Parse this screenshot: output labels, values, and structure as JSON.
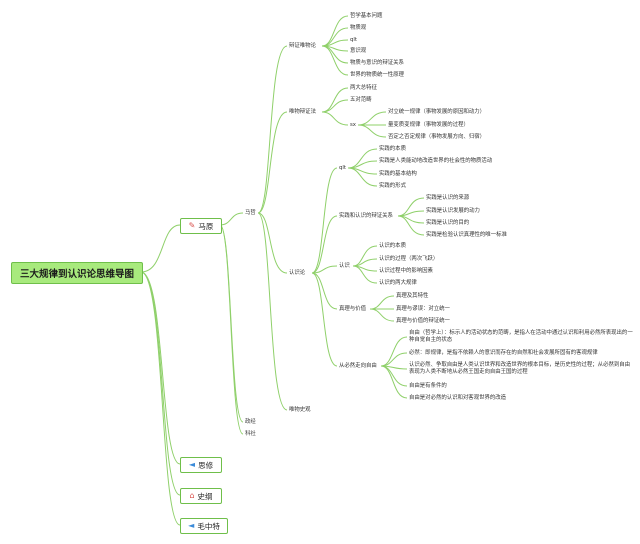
{
  "root": "三大规律到认识论思维导图",
  "l1": {
    "mayuan": {
      "label": "马原",
      "icon": "pen-icon",
      "icon_color": "#d9534f"
    },
    "sixiu": {
      "label": "思修",
      "icon": "send-icon",
      "icon_color": "#3b8bd9"
    },
    "shigang": {
      "label": "史纲",
      "icon": "home-icon",
      "icon_color": "#d9534f"
    },
    "maozhongte": {
      "label": "毛中特",
      "icon": "send-icon",
      "icon_color": "#3b8bd9"
    }
  },
  "l2": {
    "zhexue": "马哲",
    "jingji": "政经",
    "shehui": "科社"
  },
  "l3": {
    "bianzheng": "辩证唯物论",
    "wuzhi": "唯物辩证法",
    "renshilun": "认识论",
    "lishi": "唯物史观"
  },
  "bianzheng_items": [
    "哲学基本问题",
    "物质观",
    "qlt",
    "意识观",
    "物质与意识的辩证关系",
    "世界的物质统一性原理"
  ],
  "wuzhi_items": [
    "两大总特征",
    "五对范畴",
    "sx"
  ],
  "sx_items": [
    "对立统一规律（事物发展的原因和动力）",
    "量变质变规律（事物发展的过程）",
    "否定之否定规律（事物发展方向、归宿）"
  ],
  "renshi_groups": [
    "qlt",
    "实践和认识的辩证关系",
    "认识",
    "真理与价值",
    "从必然走向自由"
  ],
  "qlt_items": [
    "实践的本质",
    "实践是人类能动地改造世界的社会性的物质活动",
    "实践的基本结构",
    "实践的形式"
  ],
  "shijian_items": [
    "实践是认识的来源",
    "实践是认识发展的动力",
    "实践是认识的目的",
    "实践是检验认识真理性的唯一标准"
  ],
  "renshi_items": [
    "认识的本质",
    "认识的过程（两次飞跃）",
    "认识过程中的影响因素",
    "认识的两大规律"
  ],
  "zhenli_items": [
    "真理及其特性",
    "真理与谬误：对立统一",
    "真理与价值的辩证统一"
  ],
  "ziyou_items": [
    "自由（哲学上）：标示人的活动状态的范畴，是指人在活动中通过认识和利用必然所表现出的一种自觉自主的状态",
    "必然：即规律，是指不依赖人的意识而存在的自然和社会发展所固有的客观规律",
    "认识必然、争取自由是人类认识世界和改造世界的根本目标，是历史性的过程；从必然到自由表现为人类不断地从必然王国走向自由王国的过程",
    "自由是有条件的",
    "自由是对必然的认识和对客观世界的改造"
  ],
  "colors": {
    "line": "#8fd06a",
    "root_fill": "#a8ea7d",
    "root_border": "#6fbf4a"
  }
}
